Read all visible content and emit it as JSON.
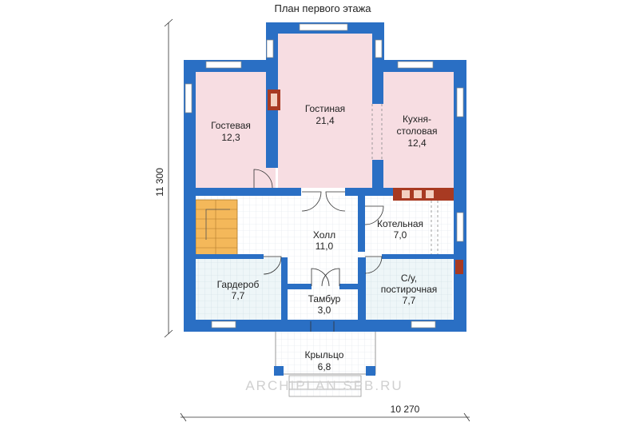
{
  "title": "План первого этажа",
  "dimensions": {
    "width": "10 270",
    "depth": "11 300"
  },
  "watermark": "ARCHIPLAN.SPB.RU",
  "colors": {
    "wall": "#2a6fc4",
    "living": "#f7dde2",
    "guest": "#f7dde2",
    "kitchen": "#f7dde2",
    "hall_floor": "#ffffff",
    "wet_floor": "#eef6f8",
    "stairs": "#f4b85a",
    "fireplace": "#a83a22",
    "window": "#ffffff",
    "text": "#222222"
  },
  "rooms": {
    "guest": {
      "name": "Гостевая",
      "area": "12,3"
    },
    "living": {
      "name": "Гостиная",
      "area": "21,4"
    },
    "kitchen": {
      "name_1": "Кухня-",
      "name_2": "столовая",
      "area": "12,4"
    },
    "boiler": {
      "name": "Котельная",
      "area": "7,0"
    },
    "hall": {
      "name": "Холл",
      "area": "11,0"
    },
    "wardrobe": {
      "name": "Гардероб",
      "area": "7,7"
    },
    "bath": {
      "name_1": "С/у,",
      "name_2": "постирочная",
      "area": "7,7"
    },
    "vestibule": {
      "name": "Тамбур",
      "area": "3,0"
    },
    "porch": {
      "name": "Крыльцо",
      "area": "6,8"
    }
  }
}
